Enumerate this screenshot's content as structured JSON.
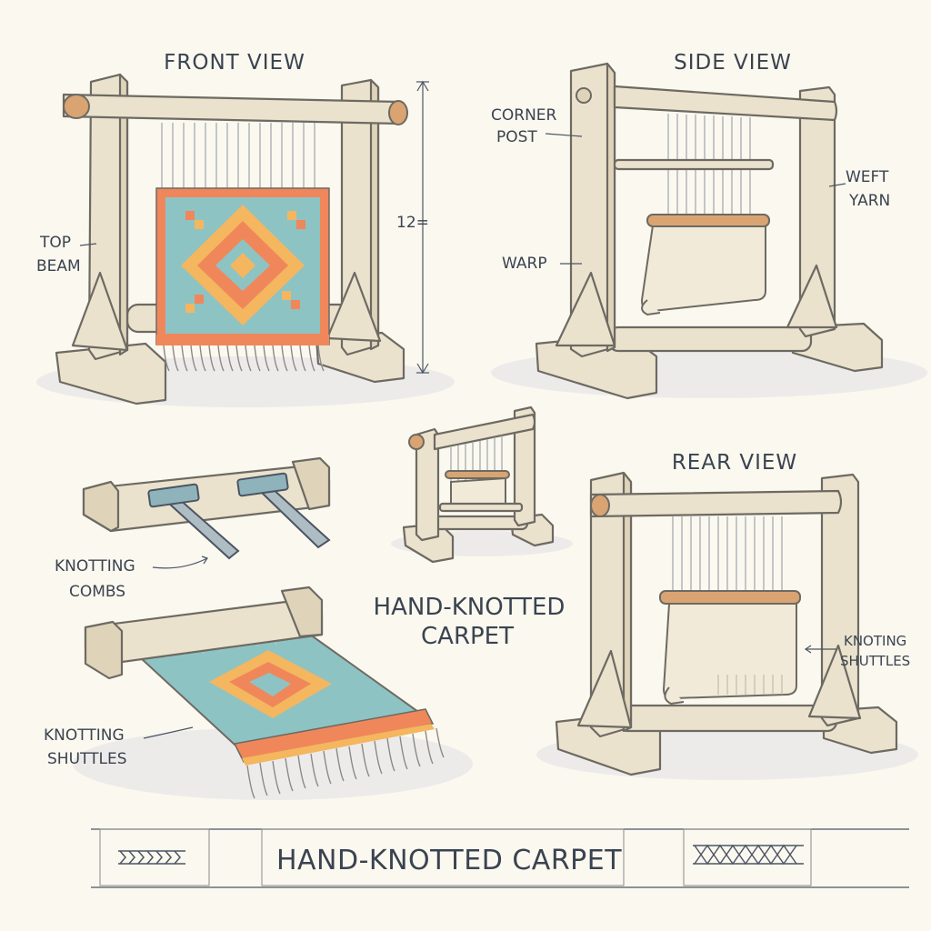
{
  "titles": {
    "front_view": "FRONT VIEW",
    "side_view": "SIDE VIEW",
    "rear_view": "REAR VIEW",
    "center_title_line1": "HAND-KNOTTED",
    "center_title_line2": "CARPET",
    "footer_title": "HAND-KNOTTED CARPET"
  },
  "labels": {
    "top_beam_line1": "TOP",
    "top_beam_line2": "BEAM",
    "height_dimension": "12=",
    "corner_post_line1": "CORNER",
    "corner_post_line2": "POST",
    "warp": "WARP",
    "weft_yarn_line1": "WEFT",
    "weft_yarn_line2": "YARN",
    "knotting_combs_line1": "KNOTTING",
    "knotting_combs_line2": "COMBS",
    "knotting_shuttles_line1": "KNOTTING",
    "knotting_shuttles_line2": "SHUTTLES",
    "rear_shuttles_line1": "KNOTING",
    "rear_shuttles_line2": "SHUTTLES"
  },
  "colors": {
    "rug_blue": "#8ec3c4",
    "rug_orange": "#f0875a",
    "rug_yellow": "#f4b65e",
    "wood": "#ebe2cd",
    "peg": "#d9a472",
    "ink": "#3a4350",
    "background": "#fbf8ef"
  }
}
